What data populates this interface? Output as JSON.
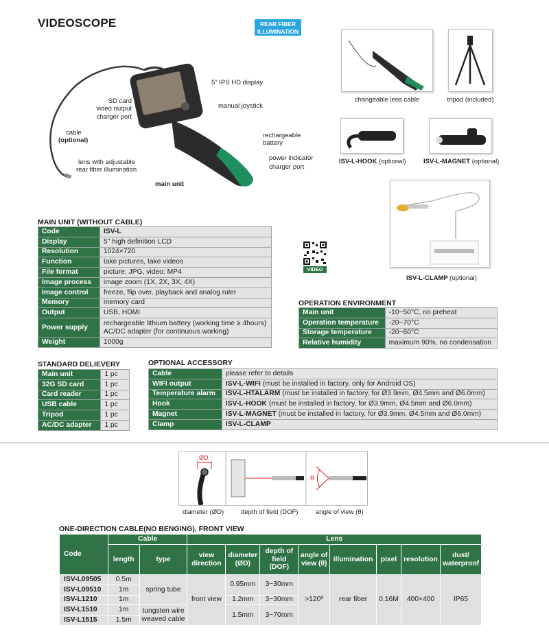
{
  "page": {
    "title": "VIDEOSCOPE",
    "badge": "REAR FIBER ILLUMINATION"
  },
  "main_unit_callouts": {
    "display": "5\" IPS HD display",
    "sd_card": "SD card",
    "video_output": "video output",
    "charger_port_left": "charger port",
    "joystick": "manual joystick",
    "cable": "cable",
    "cable_optional": "(optional)",
    "battery_line1": "rechargeable",
    "battery_line2": "battery",
    "power_indicator": "power indicator",
    "charger_port_right": "charger port",
    "lens_line1": "lens with adjustable",
    "lens_line2": "rear fiber illumination",
    "caption": "main unit"
  },
  "photos": {
    "lens_cable": "changeable lens cable",
    "tripod": "tripod (included)",
    "hook_code": "ISV-L-HOOK",
    "hook_opt": "(optional)",
    "magnet_code": "ISV-L-MAGNET",
    "magnet_opt": "(optional)",
    "clamp_code": "ISV-L-CLAMP",
    "clamp_opt": "(optional)",
    "qr_label": "VIDEO"
  },
  "main_unit_table": {
    "heading": "MAIN UNIT (WITHOUT CABLE)",
    "rows": [
      {
        "k": "Code",
        "v": "ISV-L"
      },
      {
        "k": "Display",
        "v": "5\" high definition LCD"
      },
      {
        "k": "Resolution",
        "v": "1024×720"
      },
      {
        "k": "Function",
        "v": "take pictures, take videos"
      },
      {
        "k": "File format",
        "v": "picture: JPG, video: MP4"
      },
      {
        "k": "Image process",
        "v": "image zoom (1X, 2X, 3X, 4X)"
      },
      {
        "k": "Image control",
        "v": "freeze, flip over, playback and analog ruler"
      },
      {
        "k": "Memory",
        "v": "memory card"
      },
      {
        "k": "Output",
        "v": "USB, HDMI"
      },
      {
        "k": "Power supply",
        "v": "rechargeable lithium battery (working time ≥ 4hours)",
        "v2": "AC/DC adapter (for continuous working)"
      },
      {
        "k": "Weight",
        "v": "1000g"
      }
    ]
  },
  "operation_env": {
    "heading": "OPERATION ENVIRONMENT",
    "rows": [
      {
        "k": "Main unit",
        "v": "-10~50°C, no preheat"
      },
      {
        "k": "Operation temperature",
        "v": "-20~70°C"
      },
      {
        "k": "Storage temperature",
        "v": "-20~60°C"
      },
      {
        "k": "Relative humidity",
        "v": "maximum 90%, no condensation"
      }
    ]
  },
  "standard_delivery": {
    "heading": "STANDARD DELIEVERY",
    "rows": [
      {
        "k": "Main unit",
        "v": "1 pc"
      },
      {
        "k": "32G SD card",
        "v": "1 pc"
      },
      {
        "k": "Card reader",
        "v": "1 pc"
      },
      {
        "k": "USB cable",
        "v": "1 pc"
      },
      {
        "k": "Tripod",
        "v": "1 pc"
      },
      {
        "k": "AC/DC adapter",
        "v": "1 pc"
      }
    ]
  },
  "optional_accessory": {
    "heading": "OPTIONAL ACCESSORY",
    "rows": [
      {
        "k": "Cable",
        "b": "",
        "v": "please refer to details"
      },
      {
        "k": "WIFI output",
        "b": "ISV-L-WIFI",
        "v": " (must be installed in factory, only for Android OS)"
      },
      {
        "k": "Temperature alarm",
        "b": "ISV-L-HTALARM",
        "v": " (must be installed in factory, for Ø3.9mm, Ø4.5mm and Ø6.0mm)"
      },
      {
        "k": "Hook",
        "b": "ISV-L-HOOK",
        "v": " (must be installed in factory, for Ø3.9mm, Ø4.5mm and Ø6.0mm)"
      },
      {
        "k": "Magnet",
        "b": "ISV-L-MAGNET",
        "v": " (must be installed in factory, for Ø3.9mm, Ø4.5mm and Ø6.0mm)"
      },
      {
        "k": "Clamp",
        "b": "ISV-L-CLAMP",
        "v": ""
      }
    ]
  },
  "diagram": {
    "dia_symbol": "ØD",
    "theta_symbol": "θ",
    "cap_diameter": "diameter (ØD)",
    "cap_dof": "depth of field (DOF)",
    "cap_angle": "angle of view (θ)"
  },
  "cable_table": {
    "heading": "ONE-DIRECTION CABLE(NO BENGING), FRONT VIEW",
    "h_code": "Code",
    "h_cable": "Cable",
    "h_lens": "Lens",
    "h_length": "length",
    "h_type": "type",
    "h_view_dir": "view direction",
    "h_diameter": "diameter (ØD)",
    "h_dof": "depth of field (DOF)",
    "h_angle": "angle of view (θ)",
    "h_illum": "illumination",
    "h_pixel": "pixel",
    "h_resolution": "resolution",
    "h_dust": "dust/ waterproof",
    "codes": [
      "ISV-L09505",
      "ISV-L09510",
      "ISV-L1210",
      "ISV-L1510",
      "ISV-L1515"
    ],
    "lengths": [
      "0.5m",
      "1m",
      "1m",
      "1m",
      "1.5m"
    ],
    "type_spring": "spring tube",
    "type_tungsten": "tungsten wire weaved cable",
    "view": "front view",
    "dia_1": "0.95mm",
    "dia_2": "1.2mm",
    "dia_3": "1.5mm",
    "dof_1": "3~30mm",
    "dof_2": "3~30mm",
    "dof_3": "3~70mm",
    "angle": ">120º",
    "illum": "rear fiber",
    "pixel": "0.16M",
    "resolution": "400×400",
    "dust": "IP65"
  }
}
